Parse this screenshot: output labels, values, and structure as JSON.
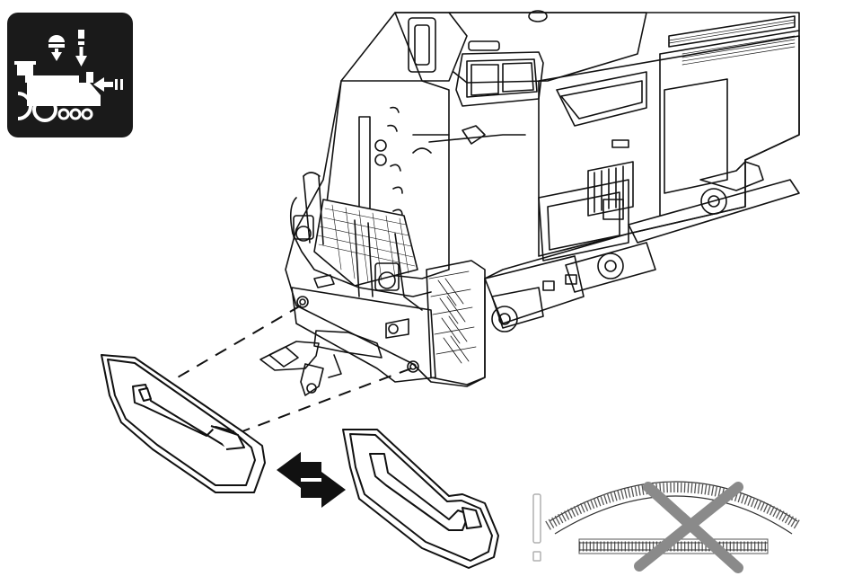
{
  "figure": {
    "type": "assembly-instruction-illustration",
    "background": "#ffffff",
    "ink": "#111111",
    "icon": {
      "name": "locomotive-maintenance-icon",
      "background": "#1a1a1a",
      "foreground": "#ffffff"
    },
    "parts": [
      {
        "name": "pilot-plate-installed-variant"
      },
      {
        "name": "pilot-plate-alternate-variant"
      }
    ],
    "swap_arrows": {
      "name": "exchange-arrows-icon",
      "color": "#111111"
    },
    "track_note": {
      "warning_icon": "exclamation-icon",
      "tracks": [
        "curved-track",
        "straight-track"
      ],
      "cross_color": "#8a8a8a"
    }
  }
}
